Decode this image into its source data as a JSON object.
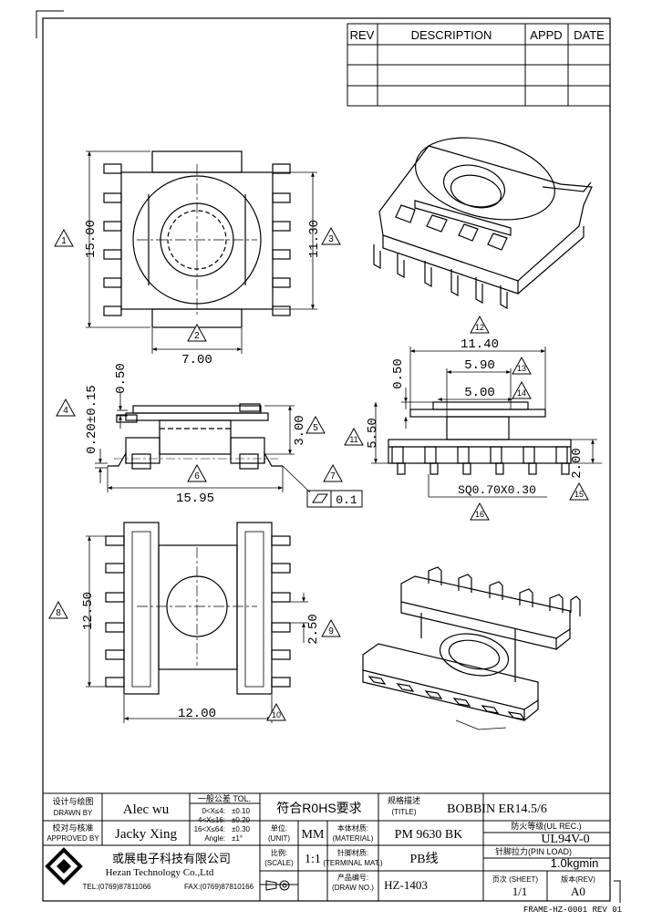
{
  "rev_table": {
    "headers": {
      "rev": "REV",
      "description": "DESCRIPTION",
      "appd": "APPD",
      "date": "DATE"
    }
  },
  "dimensions": {
    "top_height": "15.00",
    "top_inner": "11.30",
    "top_width": "7.00",
    "side_t1": "0.50",
    "side_t2": "0.20±0.15",
    "side_h": "3.00",
    "side_w": "15.95",
    "flat_val": "0.1",
    "right_w1": "11.40",
    "right_w2": "5.90",
    "right_w3": "5.00",
    "right_t": "0.50",
    "right_h": "5.50",
    "right_pin": "SQ0.70X0.30",
    "right_pin_h": "2.00",
    "bottom_h": "12.50",
    "bottom_gap": "2.50",
    "bottom_w": "12.00"
  },
  "markers": [
    "1",
    "2",
    "3",
    "4",
    "5",
    "6",
    "7",
    "8",
    "9",
    "10",
    "11",
    "12",
    "13",
    "14",
    "15",
    "16"
  ],
  "title_block": {
    "drawn_by_cn": "设计与绘图",
    "drawn_by_en": "DRAWN BY",
    "drawn_by": "Alec wu",
    "approved_by_cn": "校对与核准",
    "approved_by_en": "APPROVED BY",
    "approved_by": "Jacky Xing",
    "tol_title": "一般公差 TOL.",
    "tol_rows": [
      {
        "range": "0<X≤4:",
        "value": "±0.10"
      },
      {
        "range": "4<X≤16:",
        "value": "±0.20"
      },
      {
        "range": "16<X≤64:",
        "value": "±0.30"
      },
      {
        "range": "Angle:",
        "value": "±1°"
      }
    ],
    "rohs": "符合R0HS要求",
    "title_cn": "规格描述",
    "title_en": "(TITLE)",
    "title": "BOBBIN ER14.5/6",
    "unit_cn": "单位:",
    "unit_en": "(UNIT)",
    "unit": "MM",
    "material_cn": "本体材质:",
    "material_en": "(MATERIAL)",
    "material": "PM 9630 BK",
    "flame_label": "防火等级(UL REC.)",
    "flame": "UL94V-0",
    "scale_cn": "比例:",
    "scale_en": "(SCALE)",
    "scale": "1:1",
    "terminal_cn": "针脚材质:",
    "terminal_en": "(TERMINAL MAT.)",
    "terminal": "PB线",
    "pin_load_label": "针脚拉力(PIN LOAD)",
    "pin_load": "1.0kgmin",
    "company_cn": "或展电子科技有限公司",
    "company_en": "Hezan Technology Co.,Ltd",
    "tel": "TEL:(0769)87811066",
    "fax": "FAX:(0769)87810166",
    "drawno_cn": "产品编号:",
    "drawno_en": "(DRAW NO.)",
    "drawno": "HZ-1403",
    "sheet_label": "页次 (SHEET)",
    "sheet": "1/1",
    "rev_label": "版本(REV)",
    "rev": "A0"
  },
  "frame_label": "FRAME-HZ-0001 REV 01"
}
